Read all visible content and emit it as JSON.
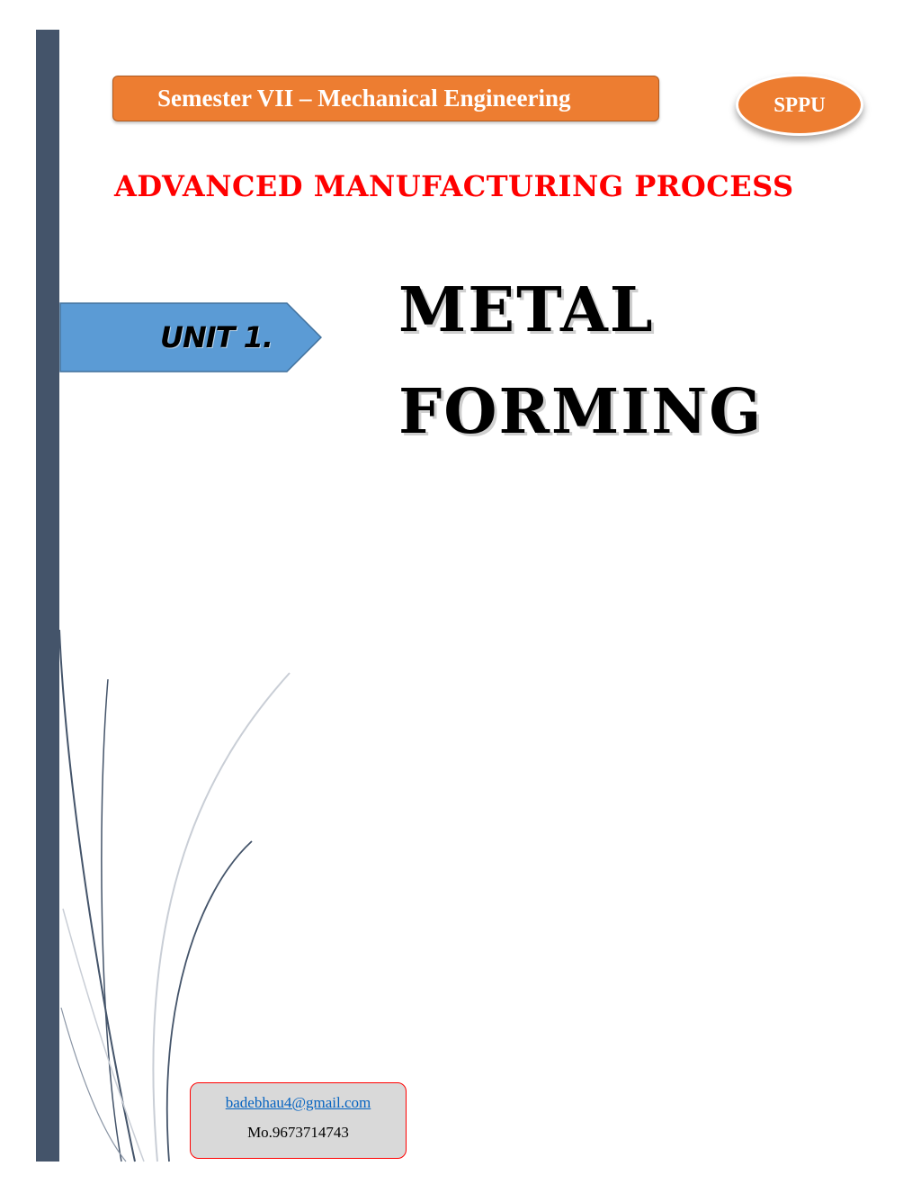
{
  "header": {
    "semester_banner": "Semester VII – Mechanical Engineering",
    "university_badge": "SPPU"
  },
  "subject": {
    "title": "Advanced Manufacturing Process"
  },
  "unit": {
    "label": "Unit 1.",
    "title_line1": "Metal",
    "title_line2": "Forming"
  },
  "contact": {
    "email": "badebhau4@gmail.com",
    "phone": "Mo.9673714743"
  },
  "colors": {
    "sidebar": "#44546a",
    "banner": "#ed7d31",
    "subject_title": "#ff0000",
    "unit_arrow": "#5b9bd5",
    "contact_border": "#ff0000"
  }
}
